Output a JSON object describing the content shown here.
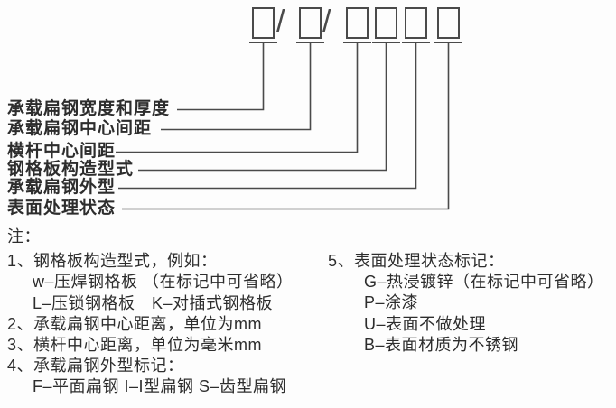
{
  "page": {
    "background": "#fdfdfd"
  },
  "colors": {
    "ink": "#2d2d2d",
    "line": "#4a4a4a"
  },
  "diagram": {
    "separator": "/",
    "box_count": 6,
    "fields": [
      {
        "label": "承载扁钢宽度和厚度"
      },
      {
        "label": "承载扁钢中心间距"
      },
      {
        "label": "横杆中心间距"
      },
      {
        "label": "钢格板构造型式"
      },
      {
        "label": "承载扁钢外型"
      },
      {
        "label": "表面处理状态"
      }
    ]
  },
  "notes": {
    "heading": "注：",
    "left": [
      "1、钢格板构造型式，例如：",
      "w–压焊钢格板 （在标记中可省略）",
      "L–压锁钢格板　K–对插式钢格板",
      "2、承载扁钢中心距离，单位为mm",
      "3、横杆中心距离，单位为毫米mm",
      "4、承载扁钢外型标记：",
      "F–平面扁钢 I–I型扁钢 S–齿型扁钢"
    ],
    "right": [
      "5、表面处理状态标记：",
      "G–热浸镀锌（在标记中可省略）",
      "P–涂漆",
      "U–表面不做处理",
      "B–表面材质为不锈钢"
    ]
  }
}
